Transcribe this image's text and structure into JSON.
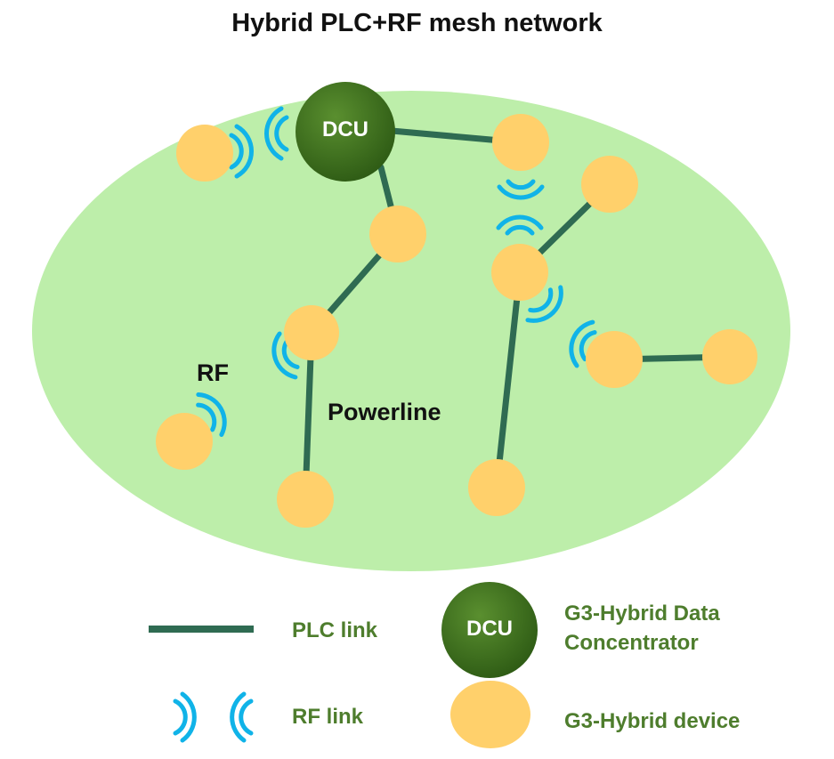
{
  "title": "Hybrid PLC+RF mesh network",
  "labels": {
    "rf": "RF",
    "powerline": "Powerline"
  },
  "dcu_label": "DCU",
  "legend": {
    "plc_link": "PLC link",
    "rf_link": "RF link",
    "dcu_symbol_label": "DCU",
    "dcu_desc_line1": "G3-Hybrid Data",
    "dcu_desc_line2": "Concentrator",
    "device_desc": "G3-Hybrid device"
  },
  "colors": {
    "cloud": "#bdeeaa",
    "plc_link": "#2f6b52",
    "rf_link": "#10b3e8",
    "device": "#ffd06b",
    "dcu": "#3d6b1f",
    "legend_text": "#4e7d2d"
  }
}
